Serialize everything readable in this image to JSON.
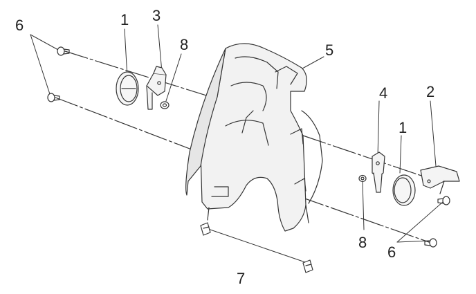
{
  "colors": {
    "ink": "#333333",
    "fill": "#f2f2f2",
    "shade": "#dddddd",
    "paper": "#ffffff"
  },
  "callouts": [
    {
      "id": "c6a",
      "text": "6"
    },
    {
      "id": "c1a",
      "text": "1"
    },
    {
      "id": "c3",
      "text": "3"
    },
    {
      "id": "c8a",
      "text": "8"
    },
    {
      "id": "c5",
      "text": "5"
    },
    {
      "id": "c4",
      "text": "4"
    },
    {
      "id": "c2",
      "text": "2"
    },
    {
      "id": "c1b",
      "text": "1"
    },
    {
      "id": "c8b",
      "text": "8"
    },
    {
      "id": "c6b",
      "text": "6"
    },
    {
      "id": "c7",
      "text": "7"
    }
  ]
}
